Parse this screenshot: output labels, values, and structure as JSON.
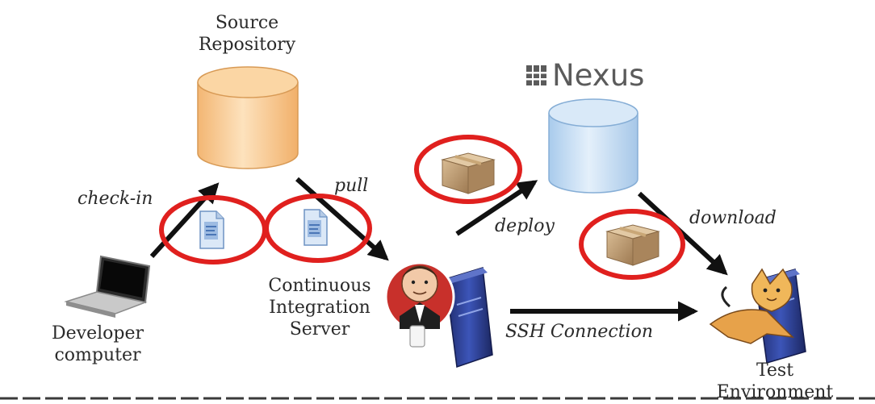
{
  "nodes": {
    "source_repository": {
      "lines": [
        "Source",
        "Repository"
      ]
    },
    "nexus": {
      "label": "Nexus"
    },
    "developer_computer": {
      "lines": [
        "Developer",
        "computer"
      ]
    },
    "ci_server": {
      "lines": [
        "Continuous",
        "Integration",
        "Server"
      ]
    },
    "test_environment": {
      "lines": [
        "Test",
        "Environment"
      ]
    }
  },
  "edges": {
    "check_in": "check-in",
    "pull": "pull",
    "deploy": "deploy",
    "download": "download",
    "ssh_connection": "SSH Connection"
  },
  "colors": {
    "highlight_ring": "#e0201e",
    "source_cylinder": "#f6c98e",
    "nexus_cylinder": "#c7def3",
    "arrow": "#111111",
    "package": "#b8946a",
    "server_case": "#2d3b8c"
  },
  "icons": [
    "laptop-icon",
    "code-file-icon",
    "package-box-icon",
    "jenkins-butler-icon",
    "tomcat-cat-icon",
    "nexus-logo-icon"
  ]
}
